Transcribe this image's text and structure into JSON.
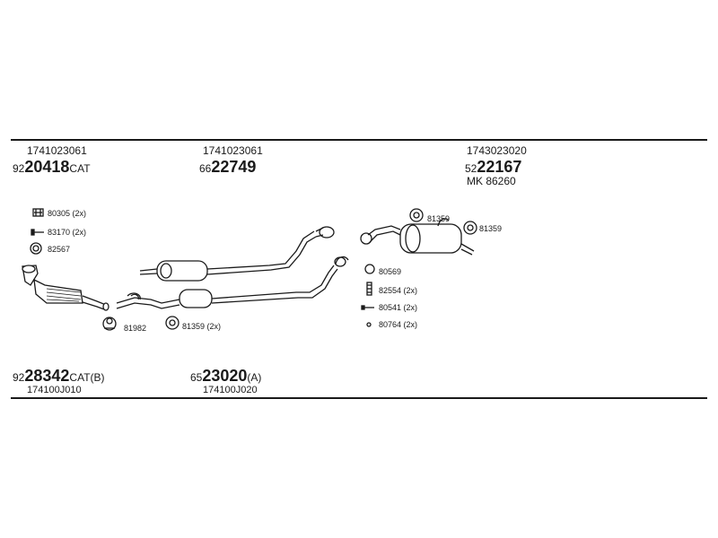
{
  "references": {
    "cat_front": {
      "oem": "1741023061",
      "prefix": "92",
      "main": "20418",
      "suffix": "CAT"
    },
    "mid_front": {
      "oem": "1741023061",
      "prefix": "66",
      "main": "22749",
      "suffix": ""
    },
    "rear": {
      "oem": "1743023020",
      "prefix": "52",
      "main": "22167",
      "kit": "MK 86260"
    },
    "cat_b": {
      "prefix": "92",
      "main": "28342",
      "suffix": "CAT(B)",
      "oem": "174100J010"
    },
    "mid_a": {
      "prefix": "65",
      "main": "23020",
      "suffix": "(A)",
      "oem": "174100J020"
    }
  },
  "parts": {
    "p80305": "80305 (2x)",
    "p83170": "83170 (2x)",
    "p82567": "82567",
    "p81982": "81982",
    "p81359_2x": "81359 (2x)",
    "p81359_a": "81359",
    "p81359_b": "81359",
    "p80569": "80569",
    "p82554": "82554 (2x)",
    "p80541": "80541 (2x)",
    "p80764": "80764 (2x)"
  }
}
